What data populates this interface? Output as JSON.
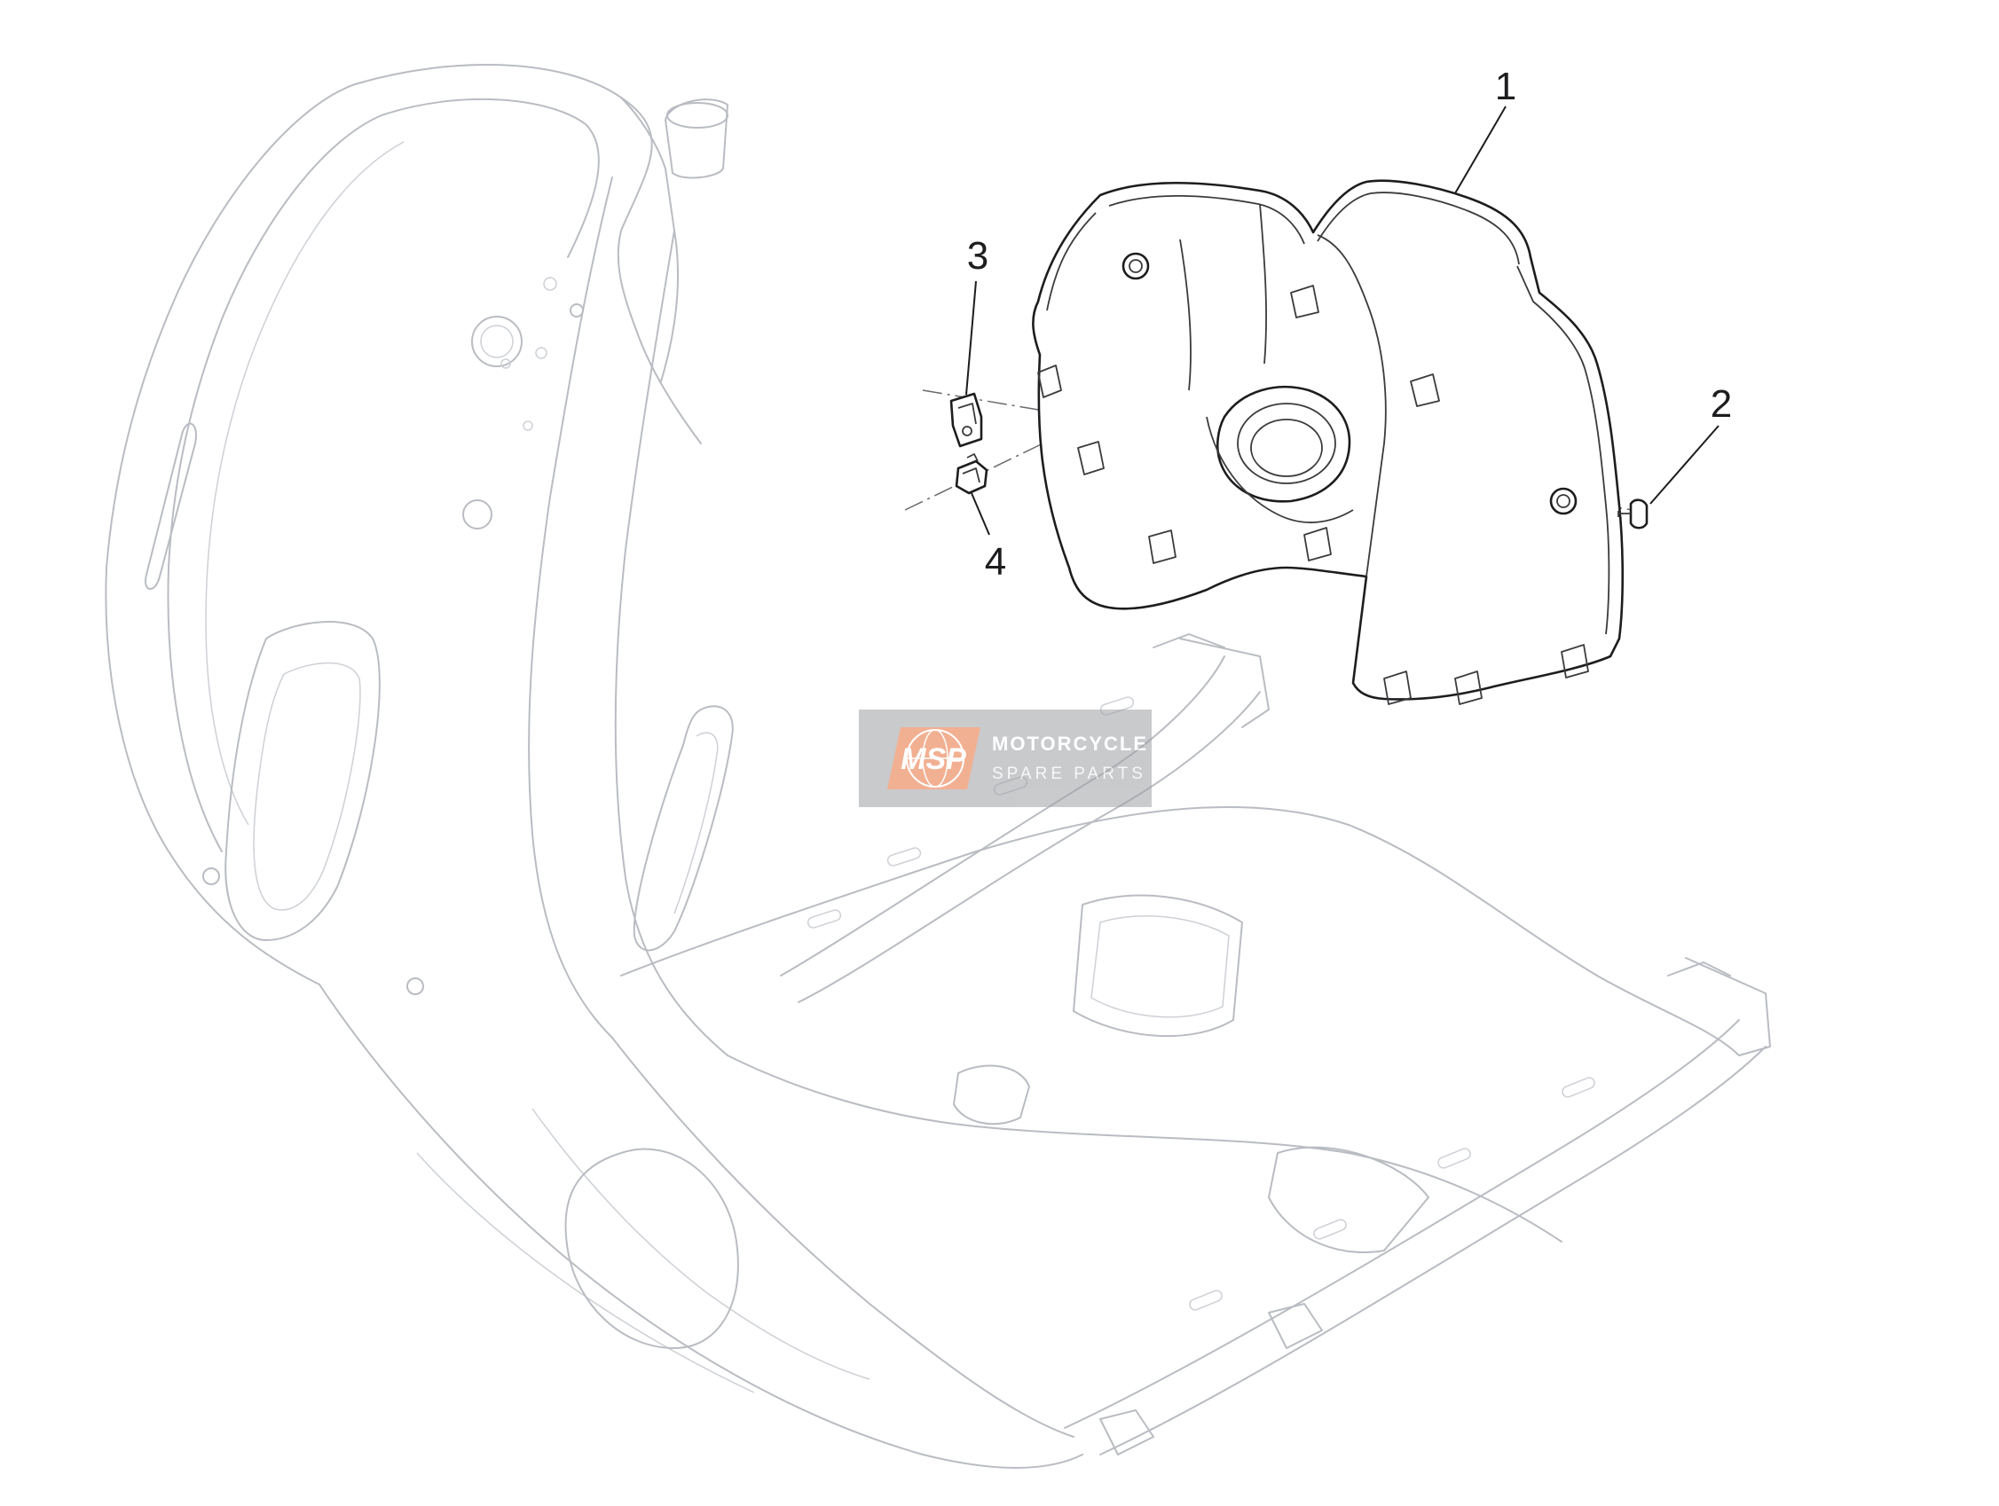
{
  "callouts": [
    {
      "id": "1",
      "label": "1"
    },
    {
      "id": "2",
      "label": "2"
    },
    {
      "id": "3",
      "label": "3"
    },
    {
      "id": "4",
      "label": "4"
    }
  ],
  "watermark": {
    "logo": "MSP",
    "line1": "MOTORCYCLE",
    "line2": "SPARE PARTS",
    "accent_color": "#e8713a"
  }
}
